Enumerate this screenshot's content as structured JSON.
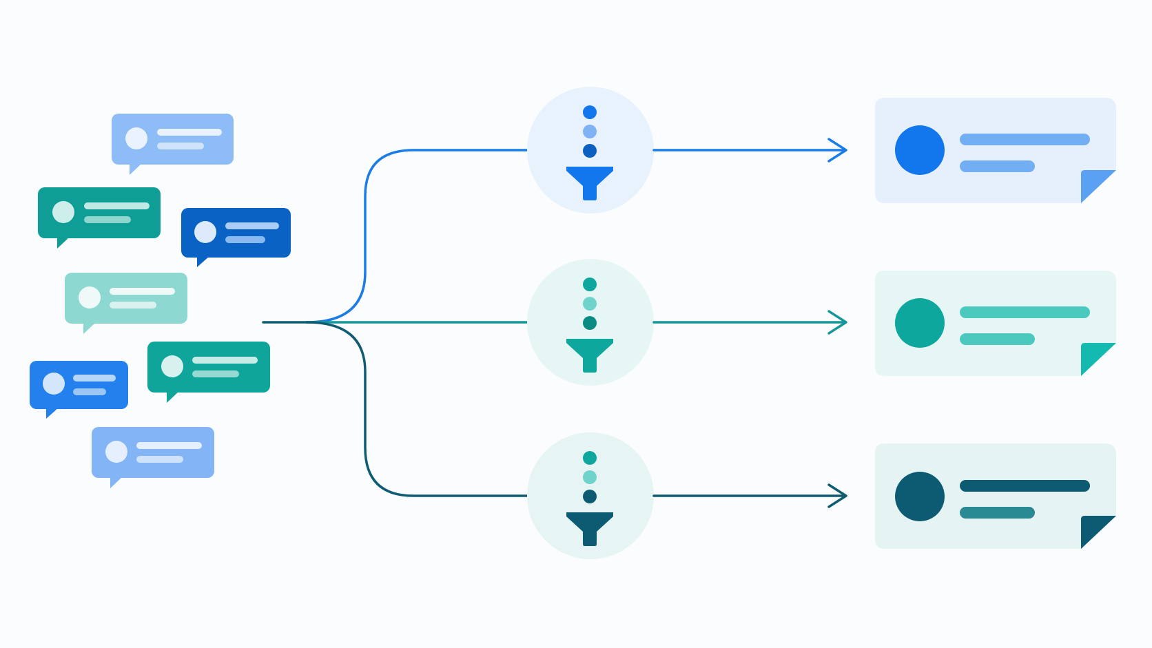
{
  "colors": {
    "background": "#fbfcfd",
    "bubble_light_blue": "#8dbcf7",
    "bubble_teal": "#0e9e96",
    "bubble_dark_blue": "#0a63c4",
    "bubble_mint": "#8ed8d2",
    "bubble_blue": "#2380ec",
    "bubble_teal_2": "#10a59a",
    "bubble_light_blue_2": "#82b4f6",
    "branch_blue": "#1a7de6",
    "branch_teal": "#16979a",
    "branch_dark_teal": "#0f5b72",
    "filter_circle_blue": "#e8f2fd",
    "filter_circle_teal": "#e6f6f5",
    "card_blue_bg": "#e6f0fc",
    "card_teal_bg": "#e6f6f4",
    "card_dark_bg": "#e6f3f3",
    "blue": "#1276ec",
    "teal": "#0ea79d",
    "dark_teal": "#0d5b72"
  },
  "input_messages": {
    "icon": "chat-bubble-icon",
    "count": 7
  },
  "filters": [
    {
      "icon": "funnel-icon",
      "accent": "blue"
    },
    {
      "icon": "funnel-icon",
      "accent": "teal"
    },
    {
      "icon": "funnel-icon",
      "accent": "dark-teal"
    }
  ],
  "output_cards": [
    {
      "icon": "document-card-icon",
      "accent": "blue"
    },
    {
      "icon": "document-card-icon",
      "accent": "teal"
    },
    {
      "icon": "document-card-icon",
      "accent": "dark-teal"
    }
  ],
  "arrows": {
    "icon": "arrow-right-icon",
    "count": 3
  }
}
